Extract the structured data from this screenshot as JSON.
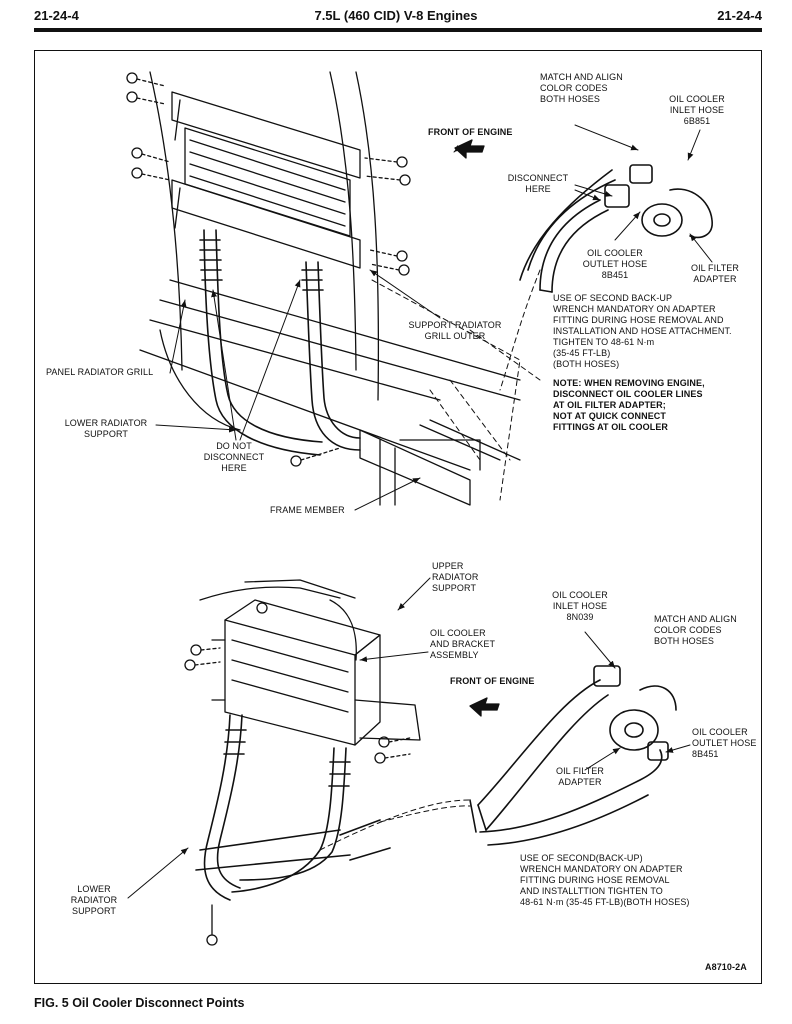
{
  "header": {
    "page_left": "21-24-4",
    "title": "7.5L (460 CID) V-8 Engines",
    "page_right": "21-24-4"
  },
  "caption": "FIG. 5 Oil Cooler Disconnect Points",
  "figure_id": "A8710-2A",
  "top_diagram": {
    "match_align": "MATCH AND ALIGN\nCOLOR CODES\nBOTH HOSES",
    "inlet_hose": "OIL COOLER\nINLET HOSE\n6B851",
    "front_of_engine": "FRONT OF ENGINE",
    "disconnect_here": "DISCONNECT\nHERE",
    "outlet_hose": "OIL COOLER\nOUTLET HOSE\n8B451",
    "filter_adapter": "OIL FILTER\nADAPTER",
    "wrench_note": "USE OF SECOND BACK-UP\nWRENCH MANDATORY ON ADAPTER\nFITTING DURING HOSE REMOVAL AND\nINSTALLATION AND HOSE ATTACHMENT.\nTIGHTEN TO 48-61 N·m\n(35-45 FT-LB)\n(BOTH HOSES)",
    "removal_note": "NOTE: WHEN REMOVING ENGINE,\nDISCONNECT OIL COOLER LINES\nAT OIL FILTER ADAPTER;\nNOT AT QUICK CONNECT\nFITTINGS AT OIL COOLER",
    "support_grill": "SUPPORT RADIATOR\nGRILL OUTER",
    "panel_grill": "PANEL RADIATOR GRILL",
    "lower_support": "LOWER RADIATOR\nSUPPORT",
    "do_not_disconnect": "DO NOT\nDISCONNECT\nHERE",
    "frame_member": "FRAME MEMBER"
  },
  "bottom_diagram": {
    "upper_support": "UPPER\nRADIATOR\nSUPPORT",
    "inlet_hose": "OIL COOLER\nINLET HOSE\n8N039",
    "match_align": "MATCH AND ALIGN\nCOLOR CODES\nBOTH HOSES",
    "cooler_bracket": "OIL COOLER\nAND BRACKET\nASSEMBLY",
    "front_of_engine": "FRONT OF ENGINE",
    "outlet_hose": "OIL COOLER\nOUTLET HOSE\n8B451",
    "filter_adapter": "OIL FILTER\nADAPTER",
    "wrench_note": "USE OF SECOND(BACK-UP)\nWRENCH MANDATORY ON ADAPTER\nFITTING DURING HOSE REMOVAL\nAND INSTALLTTION TIGHTEN TO\n48-61 N·m (35-45 FT-LB)(BOTH HOSES)",
    "lower_support": "LOWER\nRADIATOR\nSUPPORT"
  }
}
